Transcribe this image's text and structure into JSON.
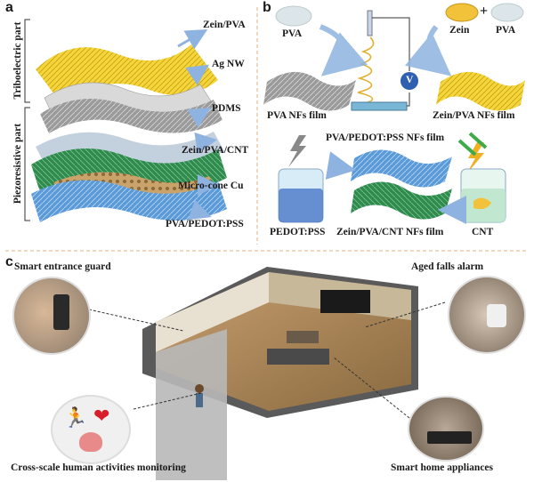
{
  "panel_a": {
    "letter": "a",
    "group_triboelectric": "Triboelectric part",
    "group_piezoresistive": "Piezoresistive part",
    "layers": [
      "Zein/PVA",
      "Ag NW",
      "PDMS",
      "Zein/PVA/CNT",
      "Micro-cone Cu",
      "PVA/PEDOT:PSS"
    ]
  },
  "panel_b": {
    "letter": "b",
    "pva": "PVA",
    "zein": "Zein",
    "pva2": "PVA",
    "plus": "+",
    "voltage": "V",
    "pva_film": "PVA NFs film",
    "zein_pva_film": "Zein/PVA NFs film",
    "pedot_film": "PVA/PEDOT:PSS NFs film",
    "pedot": "PEDOT:PSS",
    "cnt_film": "Zein/PVA/CNT NFs film",
    "cnt": "CNT"
  },
  "panel_c": {
    "letter": "c",
    "entrance": "Smart entrance guard",
    "falls": "Aged falls alarm",
    "monitoring": "Cross-scale human activities monitoring",
    "appliances": "Smart home appliances"
  },
  "colors": {
    "yellow_film": "#f2d23a",
    "green_film": "#2f8a4e",
    "blue_film": "#5a9ad8",
    "arrow": "#8fb3e0",
    "bracket": "#333333"
  },
  "icons": [
    "runner-icon",
    "heart-icon",
    "lungs-icon",
    "lightning-icon",
    "voltmeter-icon"
  ]
}
